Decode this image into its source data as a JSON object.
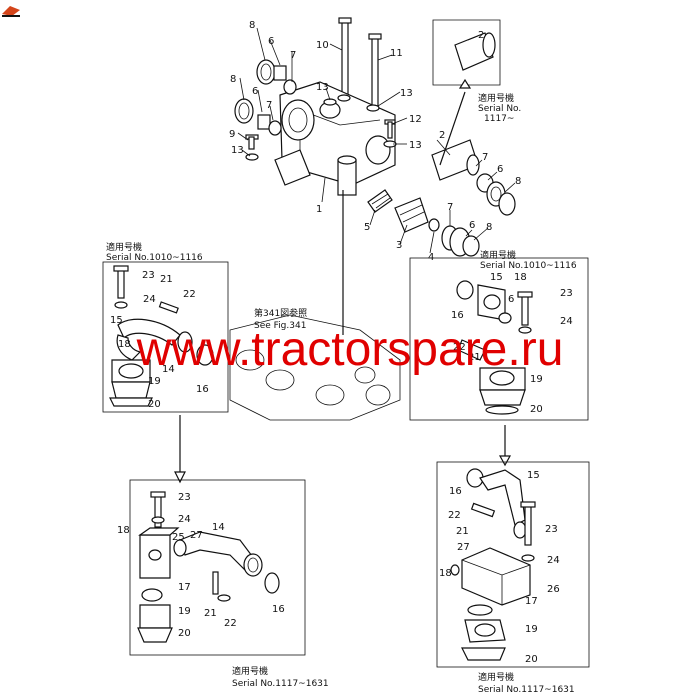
{
  "callouts": {
    "c1": "1",
    "c2": "2",
    "c3": "3",
    "c4": "4",
    "c5": "5",
    "c6": "6",
    "c7": "7",
    "c8": "8",
    "c9": "9",
    "c10": "10",
    "c11": "11",
    "c12": "12",
    "c13": "13",
    "c14": "14",
    "c15": "15",
    "c16": "16",
    "c17": "17",
    "c18": "18",
    "c19": "19",
    "c20": "20",
    "c21": "21",
    "c22": "22",
    "c23": "23",
    "c24": "24",
    "c25": "25",
    "c26": "26",
    "c27": "27"
  },
  "notes": {
    "top_right_jp": "適用号機",
    "top_right_serial": "Serial No.",
    "top_right_range": "1117~",
    "left_box_jp": "適用号機",
    "left_box_serial": "Serial No.1010~1116",
    "right_box_jp": "適用号機",
    "right_box_serial": "Serial No.1010~1116",
    "see_fig_jp": "第341図参照",
    "see_fig": "See Fig.341",
    "bottom_left_jp": "適用号機",
    "bottom_left_serial": "Serial No.1117~1631",
    "bottom_right_jp": "適用号機",
    "bottom_right_serial": "Serial No.1117~1631"
  },
  "watermark": "www.tractorspare.ru",
  "colors": {
    "watermark": "#e00000",
    "ink": "#111111",
    "logo": "#d4451a"
  }
}
